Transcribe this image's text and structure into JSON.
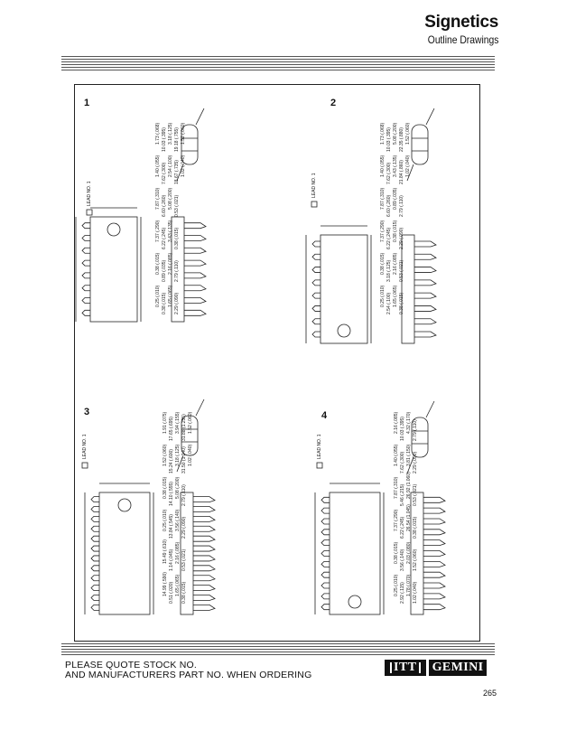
{
  "header": {
    "brand_title": "Signetics",
    "brand_subtitle": "Outline Drawings"
  },
  "figures": [
    {
      "number": "1",
      "lead_label": "LEAD NO. 1",
      "package_labels": [
        "1.73 (.068)",
        "1.40 (.055)",
        "7.87 (.310)",
        "7.37 (.290)",
        "0.38 (.015)",
        "0.25 (.010)",
        "10.03 (.395)",
        "7.62 (.300)",
        "6.60 (.260)",
        "6.22 (.245)",
        "0.89 (.035)",
        "0.38 (.015)",
        "3.18 (.125)",
        "2.54 (.100)",
        "5.08 (.200)",
        "3.43 (.135)",
        "2.16 (.085)",
        "1.65 (.065)",
        "19.18 (.755)",
        "18.67 (.735)",
        "0.53 (.021)",
        "0.38 (.015)",
        "2.79 (.110)",
        "2.29 (.090)",
        "1.52 (.060)",
        "1.02 (.040)"
      ]
    },
    {
      "number": "2",
      "lead_label": "LEAD NO. 1",
      "package_labels": [
        "1.73 (.068)",
        "1.40 (.055)",
        "7.87 (.310)",
        "7.37 (.290)",
        "0.38 (.015)",
        "0.25 (.010)",
        "10.03 (.395)",
        "7.62 (.300)",
        "6.60 (.260)",
        "6.22 (.245)",
        "3.18 (.125)",
        "2.54 (.100)",
        "5.08 (.200)",
        "3.43 (.135)",
        "0.89 (.035)",
        "0.38 (.015)",
        "2.16 (.085)",
        "1.65 (.065)",
        "22.35 (.880)",
        "21.84 (.860)",
        "2.79 (.110)",
        "2.29 (.090)",
        "0.53 (.021)",
        "0.38 (.015)",
        "1.52 (.060)",
        "1.02 (.040)"
      ]
    },
    {
      "number": "3",
      "lead_label": "LEAD NO. 1",
      "package_labels": [
        "1.91 (.075)",
        "1.52 (.060)",
        "0.38 (.015)",
        "0.25 (.010)",
        "15.49 (.610)",
        "14.99 (.590)",
        "17.65 (.695)",
        "15.24 (.600)",
        "14.10 (.555)",
        "13.84 (.545)",
        "1.14 (.045)",
        "0.51 (.020)",
        "3.94 (.155)",
        "3.18 (.125)",
        "5.08 (.200)",
        "3.56 (.140)",
        "2.16 (.085)",
        "1.65 (.065)",
        "31.88 (1.255)",
        "31.50 (1.240)",
        "2.79 (.110)",
        "2.29 (.090)",
        "0.53 (.021)",
        "0.38 (.015)",
        "1.52 (.060)",
        "1.02 (.040)"
      ]
    },
    {
      "number": "4",
      "lead_label": "LEAD NO. 1",
      "package_labels": [
        "2.16 (.085)",
        "1.40 (.055)",
        "7.87 (.310)",
        "7.37 (.290)",
        "0.38 (.015)",
        "0.25 (.010)",
        "10.03 (.395)",
        "7.62 (.300)",
        "5.46 (.215)",
        "6.22 (.245)",
        "3.56 (.140)",
        "2.92 (.115)",
        "4.32 (.170)",
        "3.81 (.150)",
        "26.92 (1.060)",
        "26.54 (1.045)",
        "2.03 (.080)",
        "1.78 (.070)",
        "2.79 (.110)",
        "2.29 (.090)",
        "0.53 (.021)",
        "0.38 (.015)",
        "1.52 (.060)",
        "1.02 (.040)"
      ]
    }
  ],
  "footer": {
    "line1": "PLEASE QUOTE STOCK NO.",
    "line2": "AND MANUFACTURERS PART NO. WHEN ORDERING",
    "logo_itt": "ITT",
    "logo_gemini": "GEMINI"
  },
  "page_number": "265"
}
